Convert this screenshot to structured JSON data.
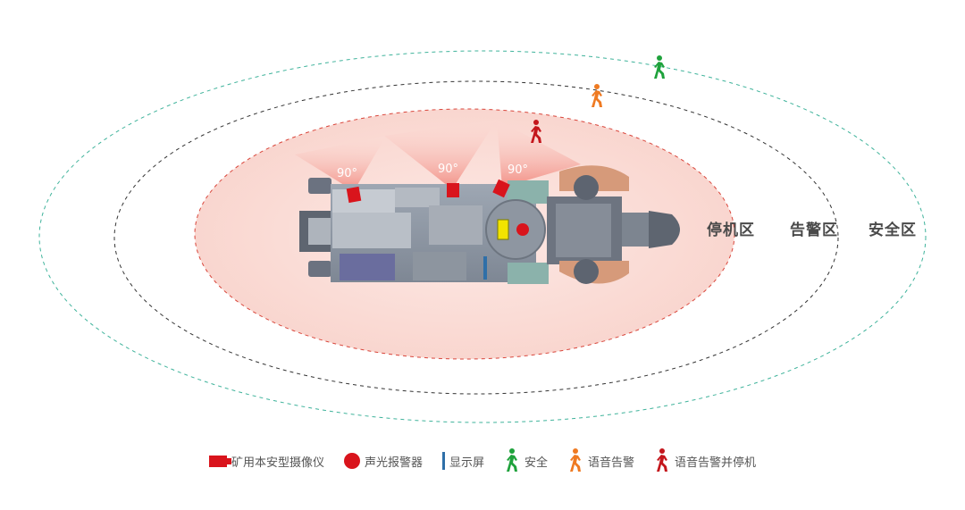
{
  "zones": {
    "stop": "停机区",
    "warning": "告警区",
    "safe": "安全区"
  },
  "camera_angles": [
    "90°",
    "90°",
    "90°"
  ],
  "legend": {
    "camera": "矿用本安型摄像仪",
    "alarm": "声光报警器",
    "screen": "显示屏",
    "safe": "安全",
    "voice_warning": "语音告警",
    "voice_stop": "语音告警并停机"
  },
  "colors": {
    "stop_zone_fill": "#fbe1dc",
    "stop_zone_border": "#d9463c",
    "warning_zone_border": "#333333",
    "safe_zone_border": "#3fb39b",
    "camera": "#d9141c",
    "person_safe": "#1fa23c",
    "person_warning": "#ef7a22",
    "person_stop": "#c4161c",
    "screen": "#2f6fa8"
  },
  "icons": {
    "camera": "camera-icon",
    "alarm": "alarm-icon",
    "screen": "screen-icon",
    "person": "walking-person-icon"
  }
}
